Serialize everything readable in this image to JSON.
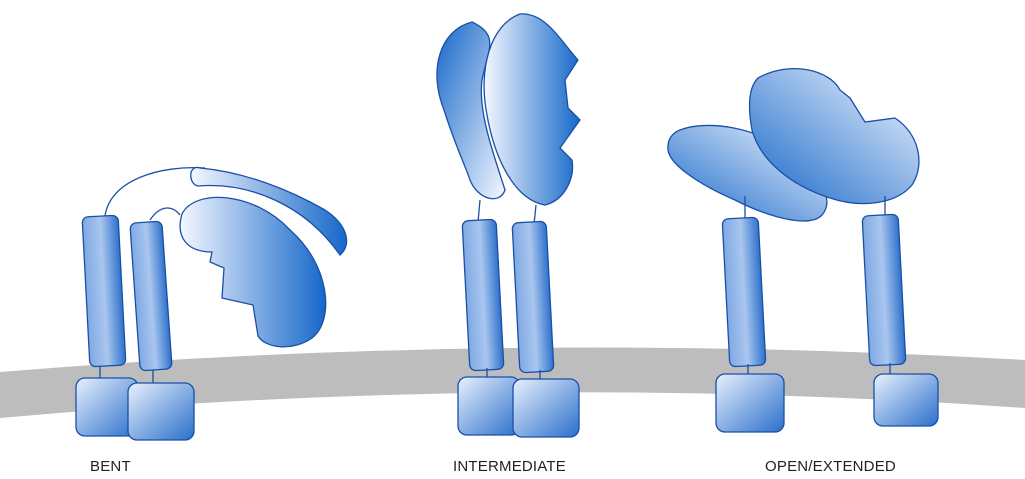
{
  "labels": {
    "bent": "BENT",
    "intermediate": "INTERMEDIATE",
    "open": "OPEN/EXTENDED"
  },
  "colors": {
    "membrane": "#bdbdbd",
    "domain_dark": "#1667c9",
    "domain_light": "#f4f8ff",
    "outline": "#1a4fa8"
  }
}
